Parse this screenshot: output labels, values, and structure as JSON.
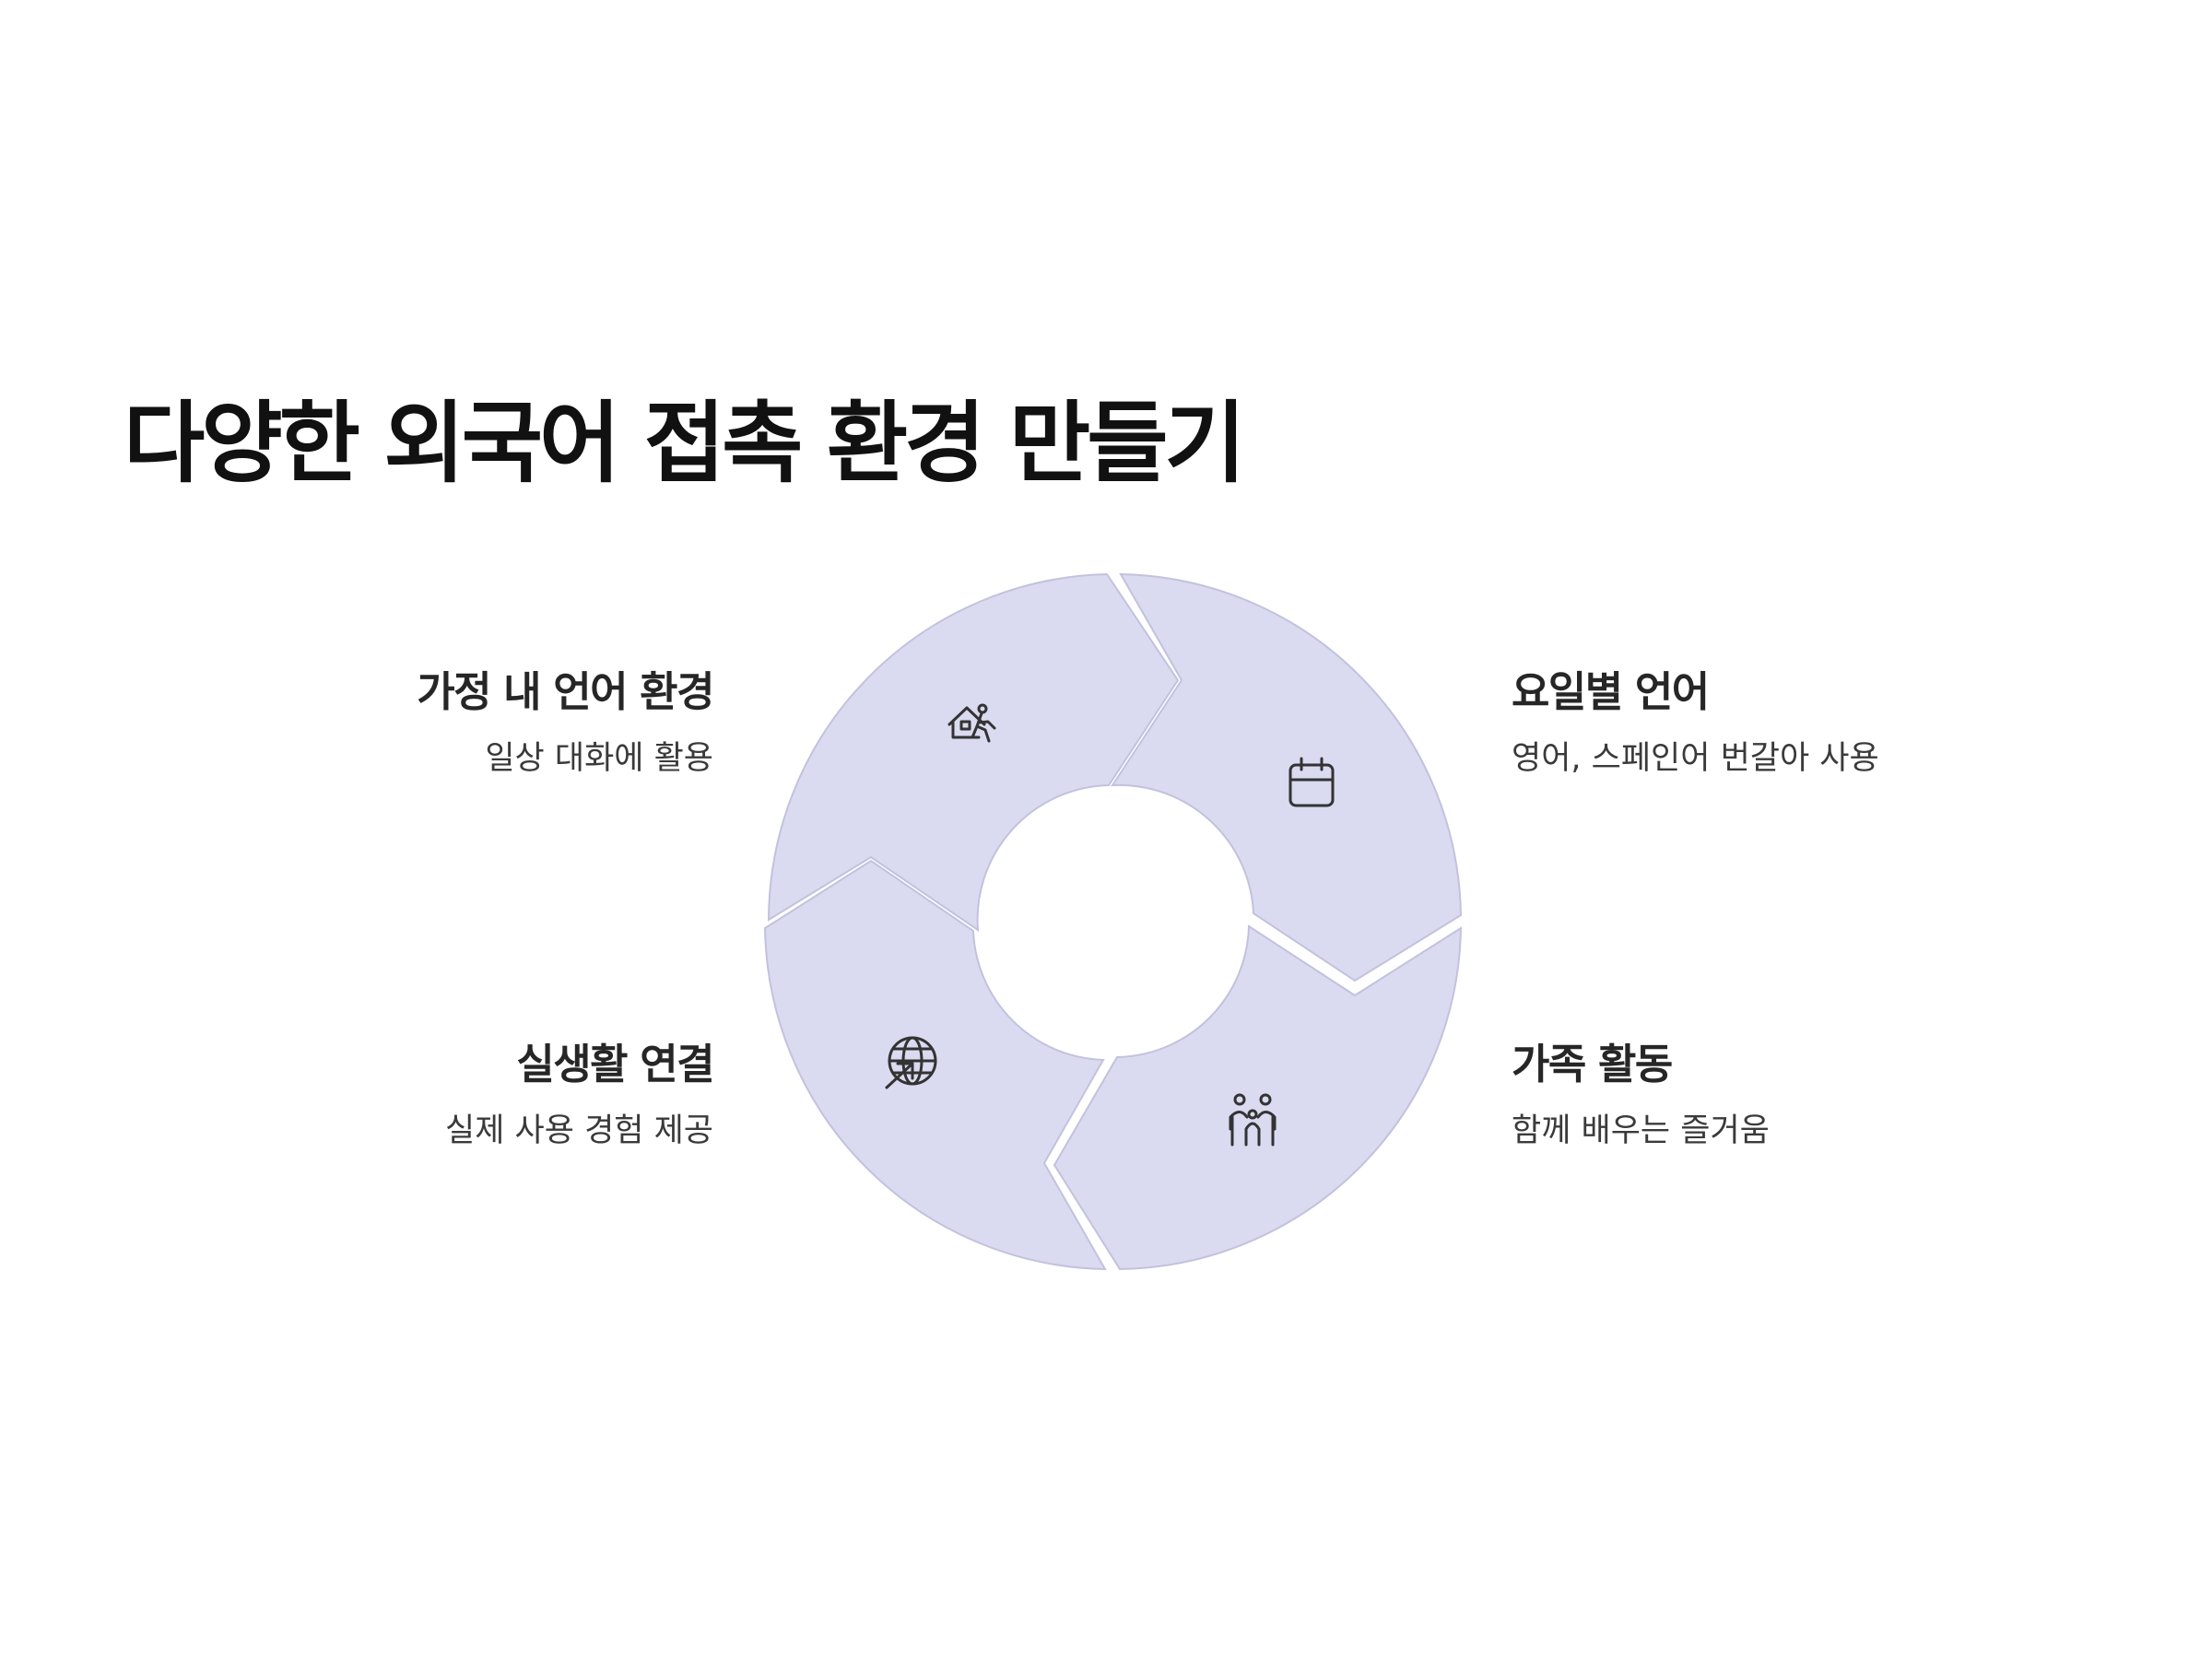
{
  "title": "다양한 외국어 접촉 환경 만들기",
  "colors": {
    "segment_fill": "#dadaf0",
    "segment_stroke": "#c2c2de",
    "text_dark": "#111111",
    "background": "#ffffff"
  },
  "segments": [
    {
      "position": "top-left",
      "icon": "home-family-icon",
      "title": "가정 내 언어 환경",
      "description": "일상 대화에 활용"
    },
    {
      "position": "top-right",
      "icon": "calendar-icon",
      "title": "요일별 언어",
      "description": "영어, 스페인어 번갈아 사용"
    },
    {
      "position": "bottom-right",
      "icon": "family-icon",
      "title": "가족 활동",
      "description": "함께 배우는 즐거움"
    },
    {
      "position": "bottom-left",
      "icon": "globe-arrow-icon",
      "title": "실생활 연결",
      "description": "실제 사용 경험 제공"
    }
  ]
}
